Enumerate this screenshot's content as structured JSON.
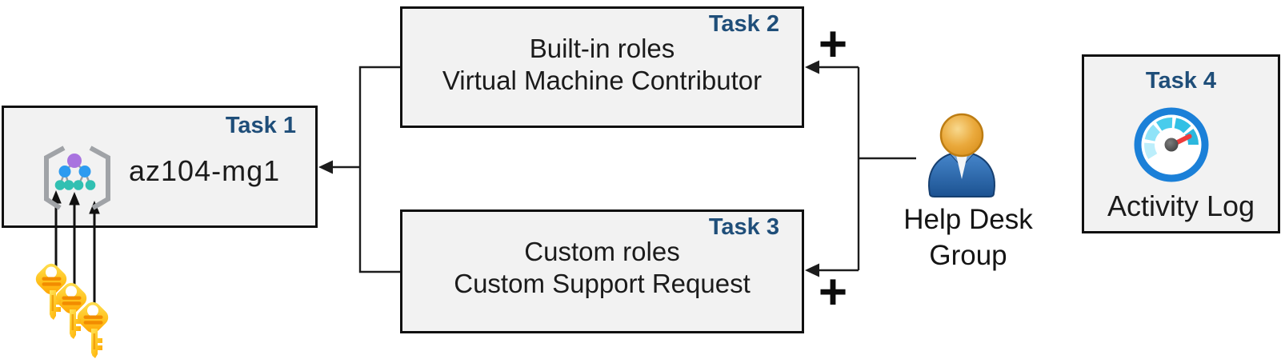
{
  "diagram": {
    "title_context": "Azure RBAC tasks diagram",
    "task1": {
      "label": "Task 1",
      "title": "az104-mg1"
    },
    "task2": {
      "label": "Task 2",
      "line1": "Built-in roles",
      "line2": "Virtual Machine Contributor"
    },
    "task3": {
      "label": "Task 3",
      "line1": "Custom roles",
      "line2": "Custom Support Request"
    },
    "task4": {
      "label": "Task 4",
      "caption": "Activity Log"
    },
    "help_desk_group": {
      "line1": "Help Desk",
      "line2": "Group"
    },
    "plus_task2": "+",
    "plus_task3": "+",
    "icons": {
      "management_group": "management-group-icon (braces + node tree)",
      "keys": "key-icon ×3 (gold keys)",
      "user": "user-icon (Help Desk Group person)",
      "activity_gauge": "gauge-icon (Activity Log speedometer)",
      "plus": "plus-sign",
      "arrow": "arrowhead"
    },
    "colors": {
      "task_label": "#1f4e79",
      "box_fill": "#f2f2f2",
      "box_border": "#101010",
      "connector": "#1c1c1c",
      "text": "#1b1b1b",
      "key_gold_light": "#ffe14d",
      "key_gold_dark": "#ffa000",
      "key_stripe": "#f28c00",
      "mg_bracket_gray": "#a0a3a7",
      "mg_purple": "#a873df",
      "mg_blue": "#2d9bf0",
      "mg_teal": "#31c0b2",
      "person_head": "#e8a42e",
      "person_body_blue": "#2f6db5",
      "gauge_ring_blue": "#1b80d8",
      "gauge_segment_pale": "#bceefb",
      "gauge_segment_cyan": "#31c0e5",
      "gauge_needle_red": "#ee3b3b"
    }
  }
}
